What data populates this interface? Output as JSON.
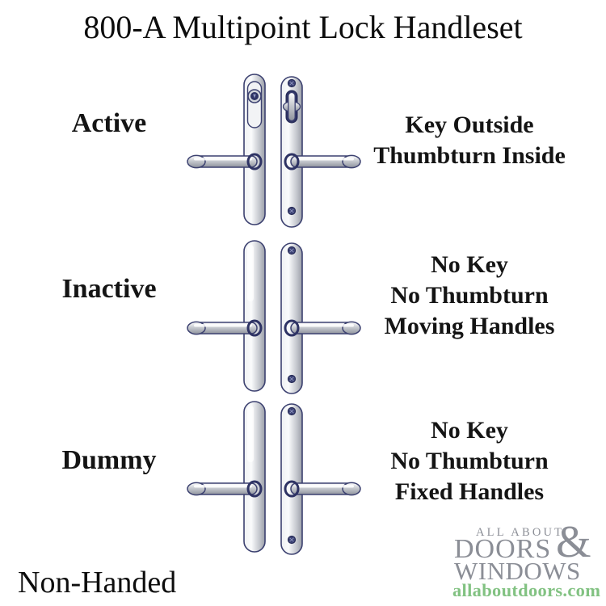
{
  "title": "800-A Multipoint Lock Handleset",
  "rows": [
    {
      "label": "Active",
      "desc_lines": [
        "Key Outside",
        "Thumbturn Inside"
      ]
    },
    {
      "label": "Inactive",
      "desc_lines": [
        "No Key",
        "No Thumbturn",
        "Moving Handles"
      ]
    },
    {
      "label": "Dummy",
      "desc_lines": [
        "No Key",
        "No Thumbturn",
        "Fixed Handles"
      ]
    }
  ],
  "footer": {
    "handing_label": "Non-Handed"
  },
  "logo": {
    "top_line": "ALL ABOUT",
    "ampersand": "&",
    "middle_line": "DOORS",
    "bottom_line": "WINDOWS",
    "website": "allaboutdoors.com"
  },
  "colors": {
    "background": "#ffffff",
    "text": "#111111",
    "hardware_outline": "#3c4170",
    "hardware_dark": "#2e3364",
    "hardware_gray": "#c7cad0",
    "logo_gray": "#8b8e96",
    "logo_green": "#82c282"
  }
}
